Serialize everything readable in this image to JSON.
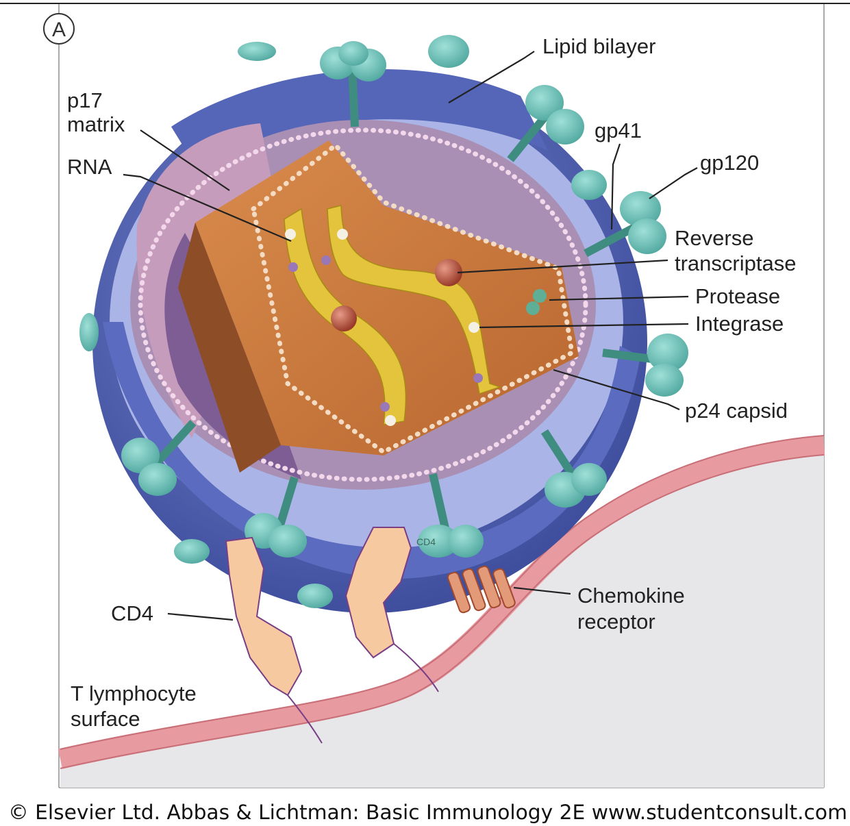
{
  "panel": {
    "badge": "A"
  },
  "labels": {
    "lipid_bilayer": "Lipid bilayer",
    "p17_line1": "p17",
    "p17_line2": "matrix",
    "rna": "RNA",
    "gp41": "gp41",
    "gp120": "gp120",
    "reverse_line1": "Reverse",
    "reverse_line2": "transcriptase",
    "protease": "Protease",
    "integrase": "Integrase",
    "p24_capsid": "p24 capsid",
    "chemokine_line1": "Chemokine",
    "chemokine_line2": "receptor",
    "cd4": "CD4",
    "cd4_tag": "CD4",
    "t_line1": "T lymphocyte",
    "t_line2": "surface"
  },
  "caption": "© Elsevier Ltd. Abbas & Lichtman: Basic Immunology 2E www.studentconsult.com",
  "colors": {
    "envelope_outer": "#5566b8",
    "envelope_light": "#aab4e6",
    "matrix": "#a98fb4",
    "matrix_dark": "#7d5d94",
    "capsid": "#c9783f",
    "rna": "#e3c43c",
    "spike": "#6fc0b8",
    "spike_stalk": "#3f8c80",
    "membrane": "#e79aa0",
    "cell": "#e7e7ea",
    "cd4": "#f6c9a0"
  }
}
